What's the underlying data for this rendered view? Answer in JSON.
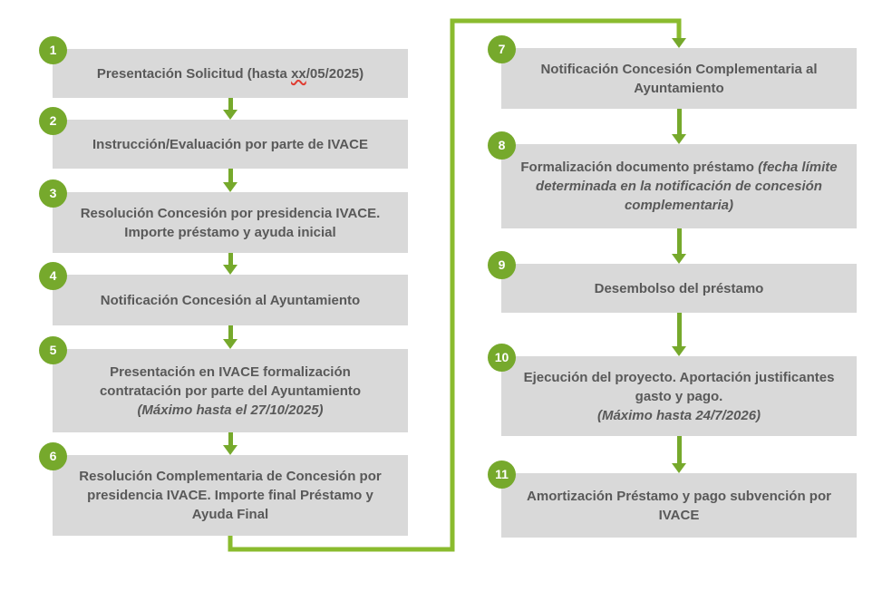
{
  "diagram": {
    "type": "process-flowchart",
    "language": "es",
    "columns": 2,
    "colors": {
      "step_badge_green": "#76A92C",
      "arrow_green": "#76A92C",
      "connector_green": "#8ABB2E",
      "box_fill_gray": "#D9D9D9",
      "text_gray": "#595959",
      "spellcheck_underline_red": "#E03C31",
      "background": "#FFFFFF"
    }
  },
  "steps": [
    {
      "num": "1",
      "text": "Presentación Solicitud (hasta ",
      "typo": "xx",
      "text_after": "/05/2025)"
    },
    {
      "num": "2",
      "text": "Instrucción/Evaluación por parte de IVACE"
    },
    {
      "num": "3",
      "text": "Resolución Concesión por presidencia IVACE. Importe préstamo y ayuda inicial"
    },
    {
      "num": "4",
      "text": "Notificación Concesión al Ayuntamiento"
    },
    {
      "num": "5",
      "text": "Presentación en IVACE formalización contratación por parte del Ayuntamiento",
      "note": "(Máximo hasta el 27/10/2025)"
    },
    {
      "num": "6",
      "text": "Resolución Complementaria de Concesión por presidencia IVACE. Importe final Préstamo y Ayuda Final"
    },
    {
      "num": "7",
      "text": "Notificación Concesión Complementaria al Ayuntamiento"
    },
    {
      "num": "8",
      "text": "Formalización documento préstamo",
      "note": " (fecha límite determinada en la notificación de concesión complementaria)"
    },
    {
      "num": "9",
      "text": "Desembolso del préstamo"
    },
    {
      "num": "10",
      "text": "Ejecución del proyecto. Aportación justificantes gasto y pago.",
      "note": "(Máximo hasta 24/7/2026)"
    },
    {
      "num": "11",
      "text": "Amortización Préstamo y pago subvención por IVACE"
    }
  ]
}
